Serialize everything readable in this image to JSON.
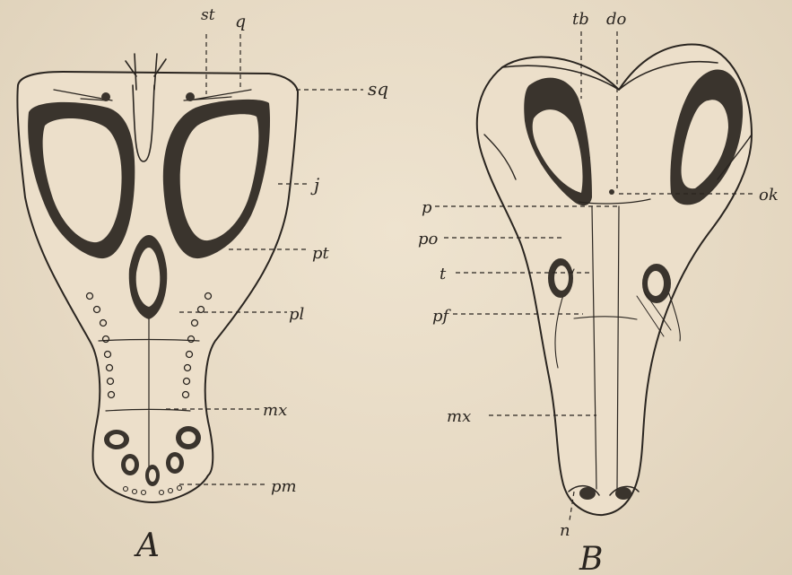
{
  "figure_a": {
    "letter": "A",
    "labels": {
      "st": "st",
      "q": "q",
      "sq": "sq",
      "j": "j",
      "pt": "pt",
      "pl": "pl",
      "mx": "mx",
      "pm": "pm"
    }
  },
  "figure_b": {
    "letter": "B",
    "labels": {
      "tb": "tb",
      "do": "do",
      "ok": "ok",
      "p": "p",
      "po": "po",
      "t": "t",
      "pf": "pf",
      "mx": "mx",
      "n": "n"
    }
  }
}
